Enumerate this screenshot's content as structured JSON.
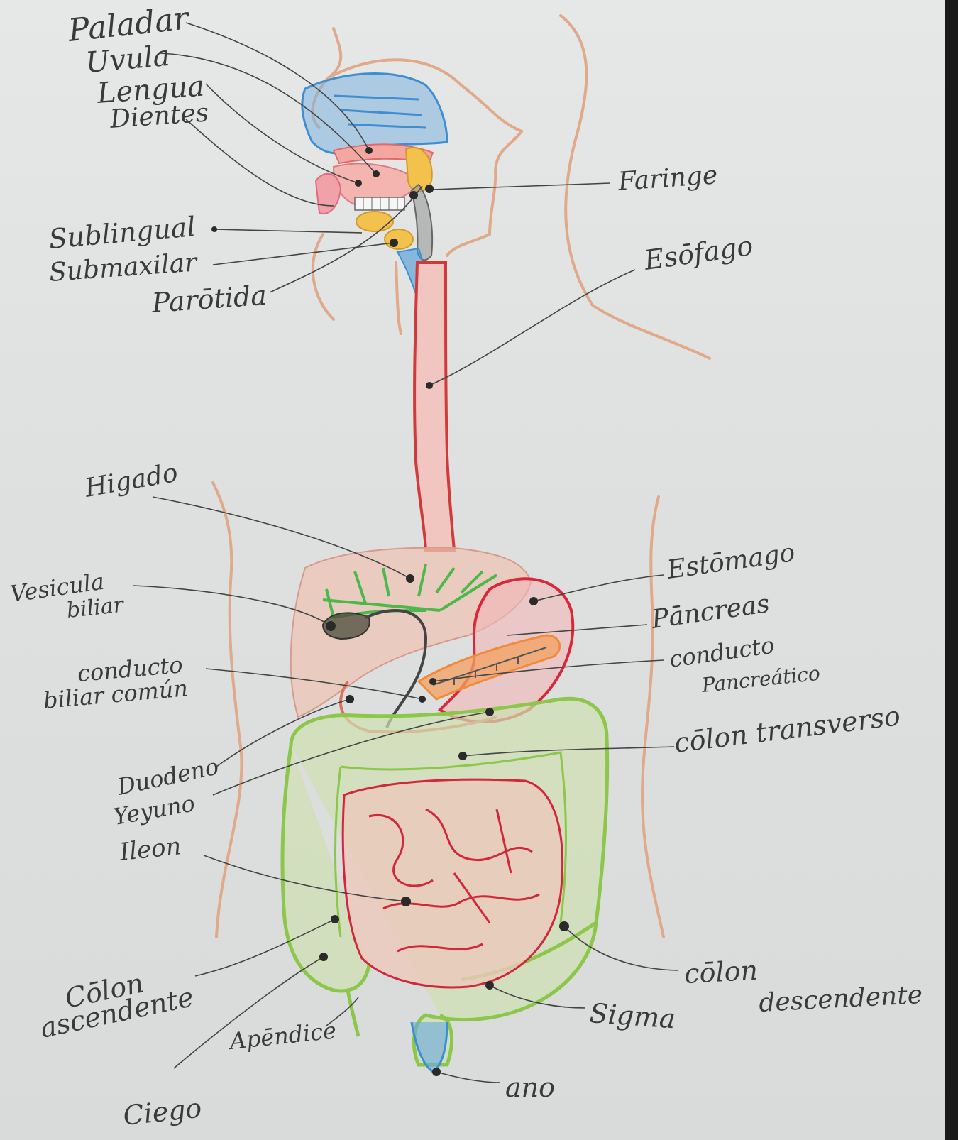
{
  "diagram": {
    "labels": {
      "paladar": "Paladar",
      "uvula": "Uvula",
      "lengua": "Lengua",
      "dientes": "Dientes",
      "faringe": "Faringe",
      "sublingual": "Sublingual",
      "submaxilar": "Submaxilar",
      "parotida": "Parōtida",
      "esofago": "Esōfago",
      "higado": "Higado",
      "vesicula_1": "Vesicula",
      "vesicula_2": "biliar",
      "estomago": "Estōmago",
      "pancreas": "Pāncreas",
      "conducto_pancreatico_1": "conducto",
      "conducto_pancreatico_2": "Pancreático",
      "conducto_biliar_1": "conducto",
      "conducto_biliar_2": "biliar común",
      "colon_transverso": "cōlon transverso",
      "duodeno": "Duodeno",
      "yeyuno": "Yeyuno",
      "ileon": "Ileon",
      "colon_ascendente_1": "Cōlon",
      "colon_ascendente_2": "ascendente",
      "apendice": "Apēndice",
      "ciego": "Ciego",
      "colon_descendente_1": "cōlon",
      "colon_descendente_2": "descendente",
      "sigma": "Sigma",
      "ano": "ano"
    },
    "colors": {
      "skin_outline": "#e0a98a",
      "esophagus": "#d23a3a",
      "liver_fill": "#ecc4b4",
      "liver_veins": "#4cb84a",
      "stomach": "#d8283a",
      "pancreas": "#f08a3c",
      "gallbladder": "#4a4a3a",
      "colon": "#8cc64a",
      "colon_fill": "#cfe0b0",
      "small_intestine": "#d2263a",
      "small_intestine_fill": "#ecc8bc",
      "nasal": "#3f8fd0",
      "glands": "#f2c24c",
      "pharynx": "#777",
      "anus": "#3b8ed0"
    }
  }
}
